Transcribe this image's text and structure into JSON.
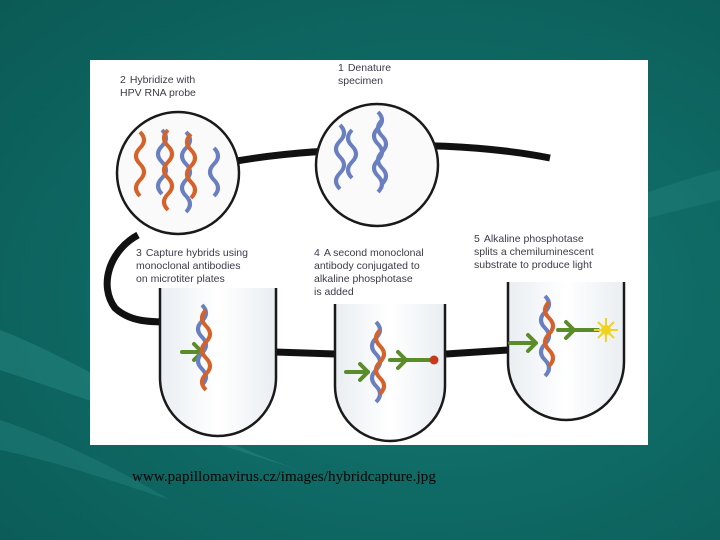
{
  "colors": {
    "background": "#0f6a65",
    "dna_blue": "#6a7fbf",
    "rna_orange": "#d4622a",
    "antibody_green": "#5b8c2a",
    "enzyme_red": "#c43a1a",
    "light_yellow": "#f2d21c"
  },
  "figure": {
    "steps": [
      {
        "number": "1",
        "label": "Denature\nspecimen"
      },
      {
        "number": "2",
        "label": "Hybridize with\nHPV RNA probe"
      },
      {
        "number": "3",
        "label": "Capture hybrids using\nmonoclonal antibodies\non microtiter plates"
      },
      {
        "number": "4",
        "label": "A second monoclonal\nantibody conjugated to\nalkaline phosphotase\nis added"
      },
      {
        "number": "5",
        "label": "Alkaline phosphotase\nsplits a chemiluminescent\nsubstrate to produce light"
      }
    ]
  },
  "caption": "www.papillomavirus.cz/images/hybridcapture.jpg"
}
